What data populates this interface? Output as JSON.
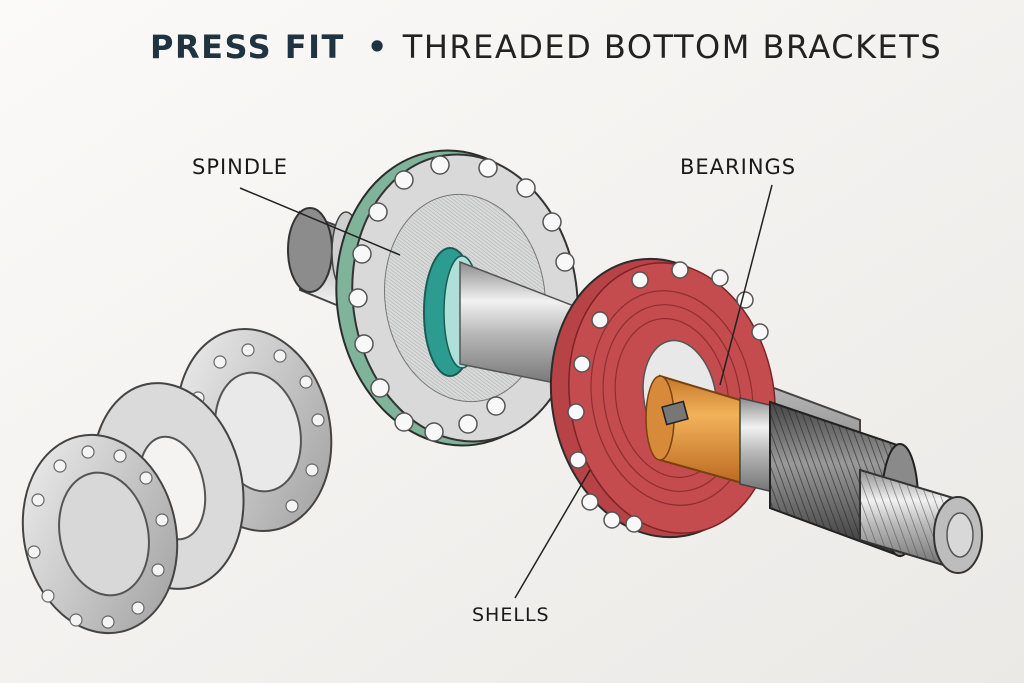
{
  "title": {
    "bold": "PRESS FIT",
    "separator": "•",
    "light": "THREADED  BOTTOM BRACKETS"
  },
  "labels": {
    "spindle": "SPINDLE",
    "bearings": "BEARINGS",
    "shells": "SHELLS"
  },
  "colors": {
    "title": "#1f3340",
    "cup_green_rim": "#7fb39a",
    "cup_red": "#c44b4e",
    "bearing_teal": "#2d9c90",
    "sleeve_orange": "#e39b3d",
    "metal": "#c9c9c9"
  }
}
